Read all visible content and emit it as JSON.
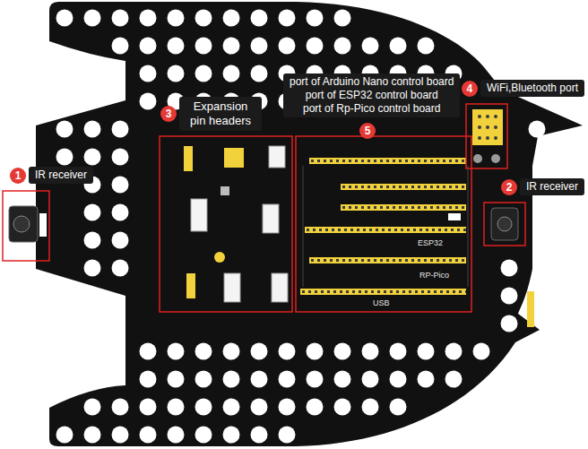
{
  "diagram": {
    "nodes": [
      {
        "text": [
          "IR receiver"
        ]
      },
      {
        "text": [
          "1"
        ]
      },
      {
        "text": [
          "IR receiver"
        ]
      },
      {
        "text": [
          "2"
        ]
      },
      {
        "text": [
          "Expansion pin headers"
        ]
      },
      {
        "text": [
          "3"
        ]
      },
      {
        "text": [
          "port of Arduino Nano control board",
          "port of ESP32 control board",
          "port of Rp-Pico control board"
        ]
      },
      {
        "text": [
          "5"
        ]
      },
      {
        "text": [
          "WiFi,Bluetooth port"
        ]
      },
      {
        "text": [
          "4"
        ]
      }
    ],
    "labels": [
      "ESP32",
      "RP-Pico",
      "USB"
    ]
  }
}
